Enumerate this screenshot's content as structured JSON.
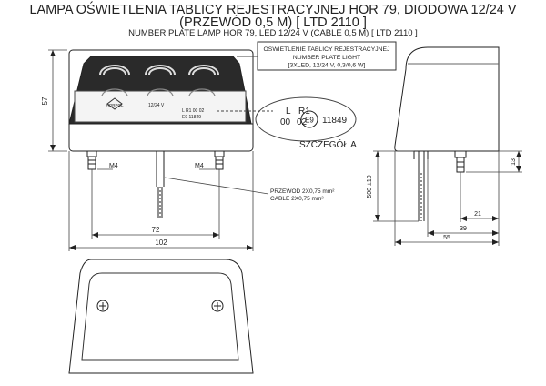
{
  "title": {
    "line1": "LAMPA OŚWIETLENIA TABLICY REJESTRACYJNEJ HOR 79, DIODOWA 12/24 V",
    "line2": "(PRZEWÓD 0,5 M) [ LTD 2110 ]",
    "line3": "NUMBER PLATE LAMP HOR 79, LED 12/24 V (CABLE 0,5 M) [ LTD 2110 ]"
  },
  "callout": {
    "line1": "OŚWIETLENIE TABLICY REJESTRACYJNEJ",
    "line2": "NUMBER PLATE LIGHT",
    "line3": "[3XLED, 12/24 V, 0,3/0,6 W]"
  },
  "lens_labels": {
    "brand": "HORPOL",
    "voltage": "12/24 V",
    "detail1": "L R1 00 02",
    "detail2": "E9 11849"
  },
  "homologation": {
    "l": "L",
    "r1": "R1",
    "code1": "00",
    "code2": "02",
    "e_mark": "E9",
    "number": "11849"
  },
  "detail_label": "SZCZEGÓŁ A",
  "cable_note": {
    "line1": "PRZEWÓD 2X0,75 mm²",
    "line2": "CABLE 2X0,75 mm²"
  },
  "dimensions": {
    "height": "57",
    "studs": "72",
    "width": "102",
    "thread_left": "M4",
    "thread_right": "M4",
    "cable_length": "500 ±10",
    "stud_height": "13",
    "d21": "21",
    "d39": "39",
    "d55": "55"
  },
  "colors": {
    "line": "#222222"
  }
}
